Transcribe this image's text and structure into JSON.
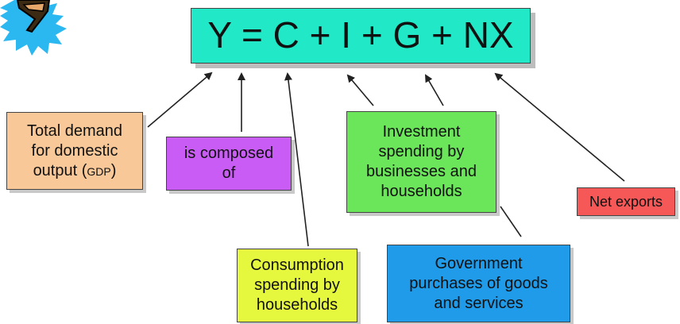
{
  "equation": "Y = C + I + G + NX",
  "boxes": {
    "total_demand_line1": "Total demand",
    "total_demand_line2": "for domestic",
    "total_demand_line3_prefix": "output (",
    "total_demand_line3_abbr": "GDP",
    "total_demand_line3_suffix": ")",
    "composed": "is composed\nof",
    "investment": "Investment\nspending by\nbusinesses and\nhouseholds",
    "consumption": "Consumption\nspending by\nhouseholds",
    "government": "Government\npurchases of goods\nand services",
    "net_exports": "Net exports"
  },
  "colors": {
    "equation": "#21e8c6",
    "total_demand": "#f9c898",
    "composed": "#c95cf4",
    "investment": "#6be55a",
    "consumption": "#e6f83e",
    "government": "#1f9be9",
    "net_exports": "#f65858",
    "logo_burst": "#2bb7f0"
  },
  "icons": [
    "starburst-logo-icon"
  ]
}
